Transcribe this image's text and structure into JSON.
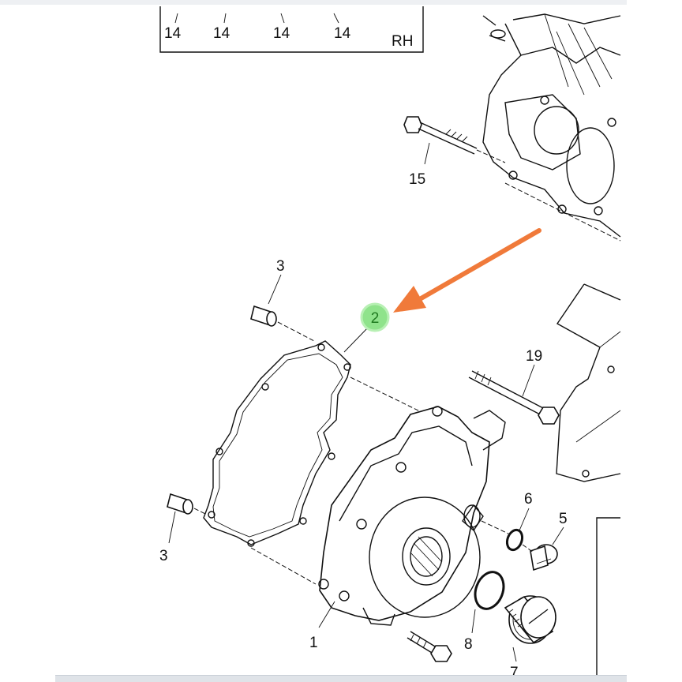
{
  "header_box": {
    "labels": [
      "14",
      "14",
      "14",
      "14"
    ],
    "side": "RH"
  },
  "callouts": {
    "p1": "1",
    "p2": "2",
    "p3_top": "3",
    "p3_bottom": "3",
    "p5": "5",
    "p6": "6",
    "p7": "7",
    "p8": "8",
    "p15": "15",
    "p19": "19"
  },
  "colors": {
    "highlight_fill": "#8fe38b",
    "highlight_text": "#1f7a1f",
    "arrow": "#f07a3a",
    "ink": "#111111"
  }
}
